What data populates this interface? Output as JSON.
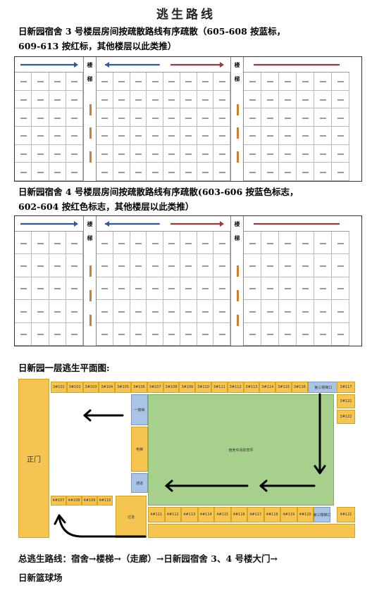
{
  "title": "逃生路线",
  "section1": {
    "text_line1": "日新园宿舍 3 号楼层房间按疏散路线有序疏散（605-608 按蓝标，",
    "text_line2": "609-613 按红标，其他楼层以此类推）"
  },
  "section2": {
    "text_line1": "日新园宿舍 4 号楼层房间按疏散路线有序疏散(603-606 按蓝色标志，",
    "text_line2": "602-604 按红色标志，其他楼层以此类推）"
  },
  "stair_label": "楼梯",
  "plan_title": "日新园一层逃生平面图:",
  "plan": {
    "main_gate": "正门",
    "center_area": "宿舍中间的草坪",
    "elevator": "电梯",
    "stairs_1": "一楼梯",
    "corridor": "通道",
    "corridor2": "过道",
    "stairs_3": "第三楼梯口",
    "stairs_3b": "第三楼梯口",
    "top_rooms": [
      "3#101",
      "3#102",
      "3#103",
      "3#104",
      "3#105",
      "3#106",
      "3#107",
      "3#108",
      "3#109",
      "3#110",
      "3#111",
      "3#112",
      "3#113",
      "3#114",
      "3#115",
      "3#116"
    ],
    "right_rooms": [
      "3#117",
      "3#121",
      "3#122"
    ],
    "left_bottom_rooms": [
      "4#107",
      "4#108",
      "4#109",
      "4#110"
    ],
    "bottom_rooms": [
      "4#111",
      "4#112",
      "4#113",
      "4#114",
      "4#115",
      "4#116",
      "4#117",
      "4#118",
      "4#119",
      "4#120"
    ],
    "bottom_right_room": "4#121"
  },
  "route_line": "总逃生路线：宿舍→楼梯→（走廊）→日新园宿舍 3、4 号楼大门→",
  "route_end": "日新篮球场",
  "colors": {
    "blue_arrow": "#2c5aa0",
    "red_arrow": "#9b3a3a",
    "yellow_cell": "#f6c551",
    "green_area": "#a8d08d",
    "blue_cell": "#a9c4e6"
  }
}
